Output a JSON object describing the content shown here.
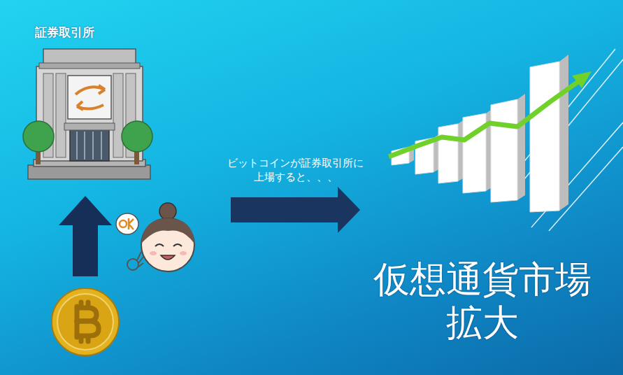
{
  "diagram": {
    "nodes": [
      {
        "text": [
          "証券取引所"
        ]
      },
      {
        "text": [
          "仮想通貨市場 拡大"
        ]
      }
    ],
    "edges": [
      {
        "from": 0,
        "to": 1,
        "arrow": "to",
        "label": "ビットコインが証券取引所に 上場すると、、、"
      }
    ]
  }
}
